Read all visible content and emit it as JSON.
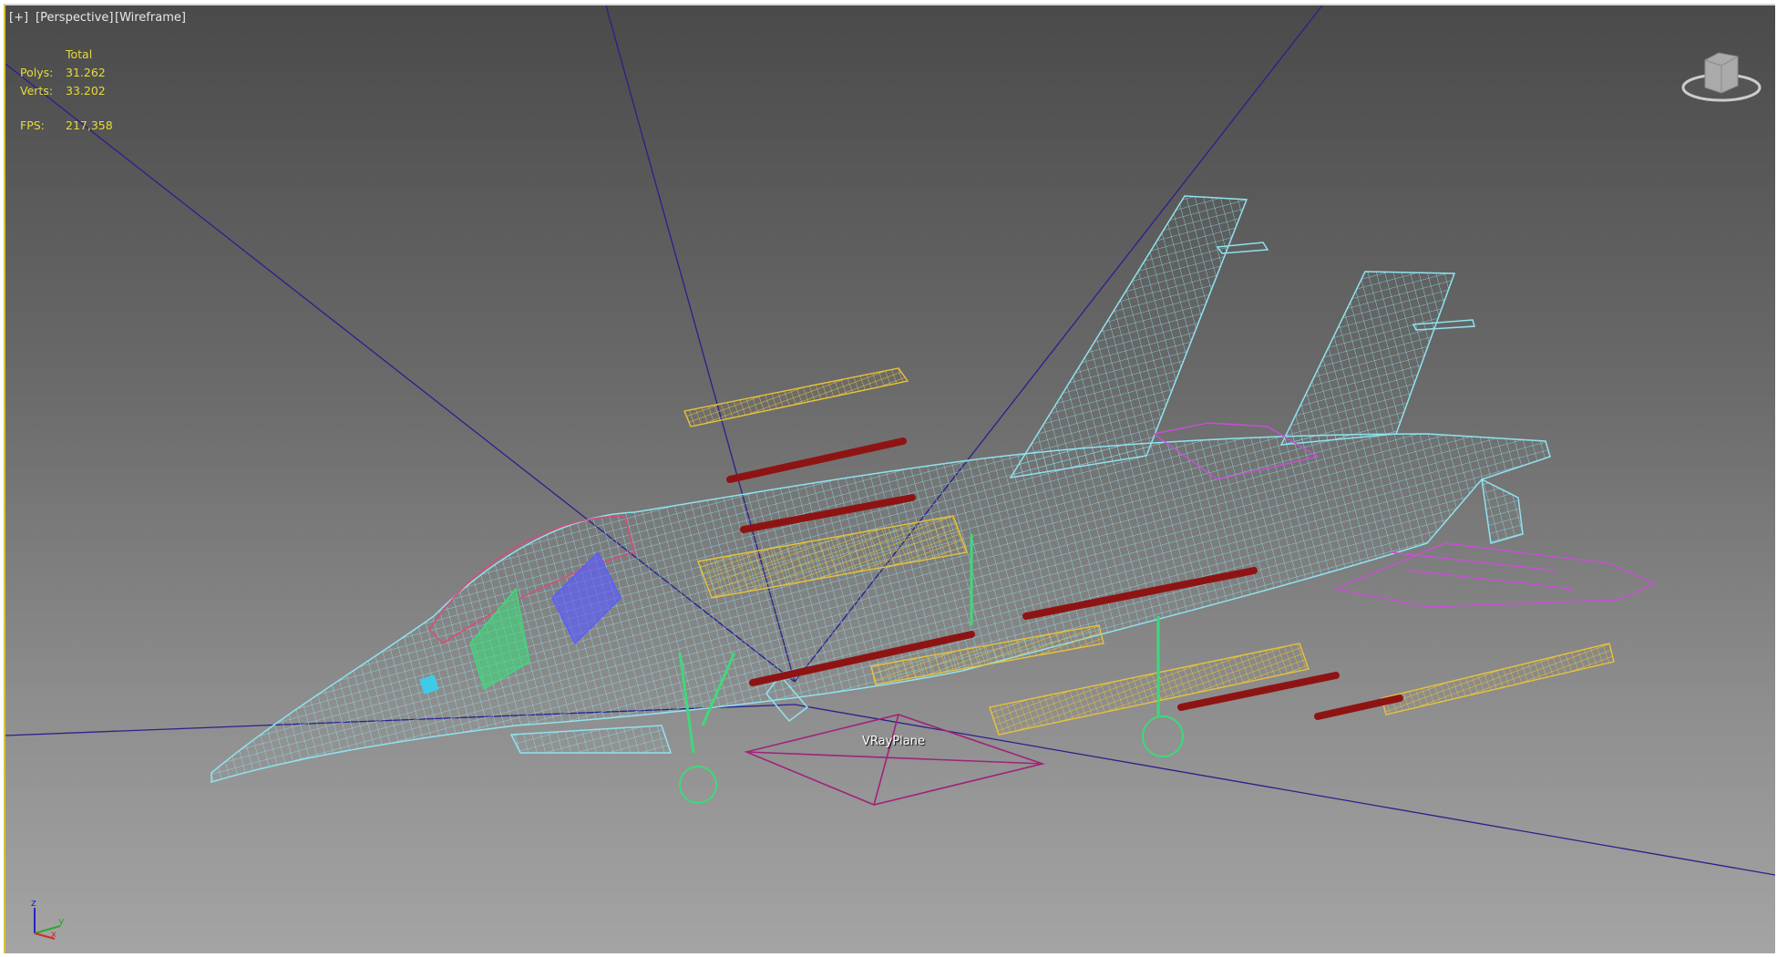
{
  "viewport": {
    "labels": {
      "plus": "[+]",
      "view": "[Perspective]",
      "shading": "[Wireframe]"
    },
    "stats": {
      "header": "Total",
      "polys_label": "Polys:",
      "polys_value": "31.262",
      "verts_label": "Verts:",
      "verts_value": "33.202",
      "fps_label": "FPS:",
      "fps_value": "217,358"
    },
    "object_label": "VRayPlane",
    "axis_labels": {
      "z": "z",
      "y": "y",
      "x": "x"
    },
    "icons": {
      "viewcube": "viewcube-icon",
      "axis_tripod": "axis-tripod-icon"
    },
    "colors": {
      "wire_main": "#8fe3ef",
      "wire_yellow": "#e8c33a",
      "wire_red": "#8e1414",
      "wire_green": "#3ed97a",
      "wire_magenta": "#c94fd8",
      "wire_pink": "#e0487a",
      "wire_blue": "#5b5bff",
      "guide_line": "#2c1f8c",
      "plane": "#a0237a",
      "stats_text": "#e6dc3c"
    }
  }
}
